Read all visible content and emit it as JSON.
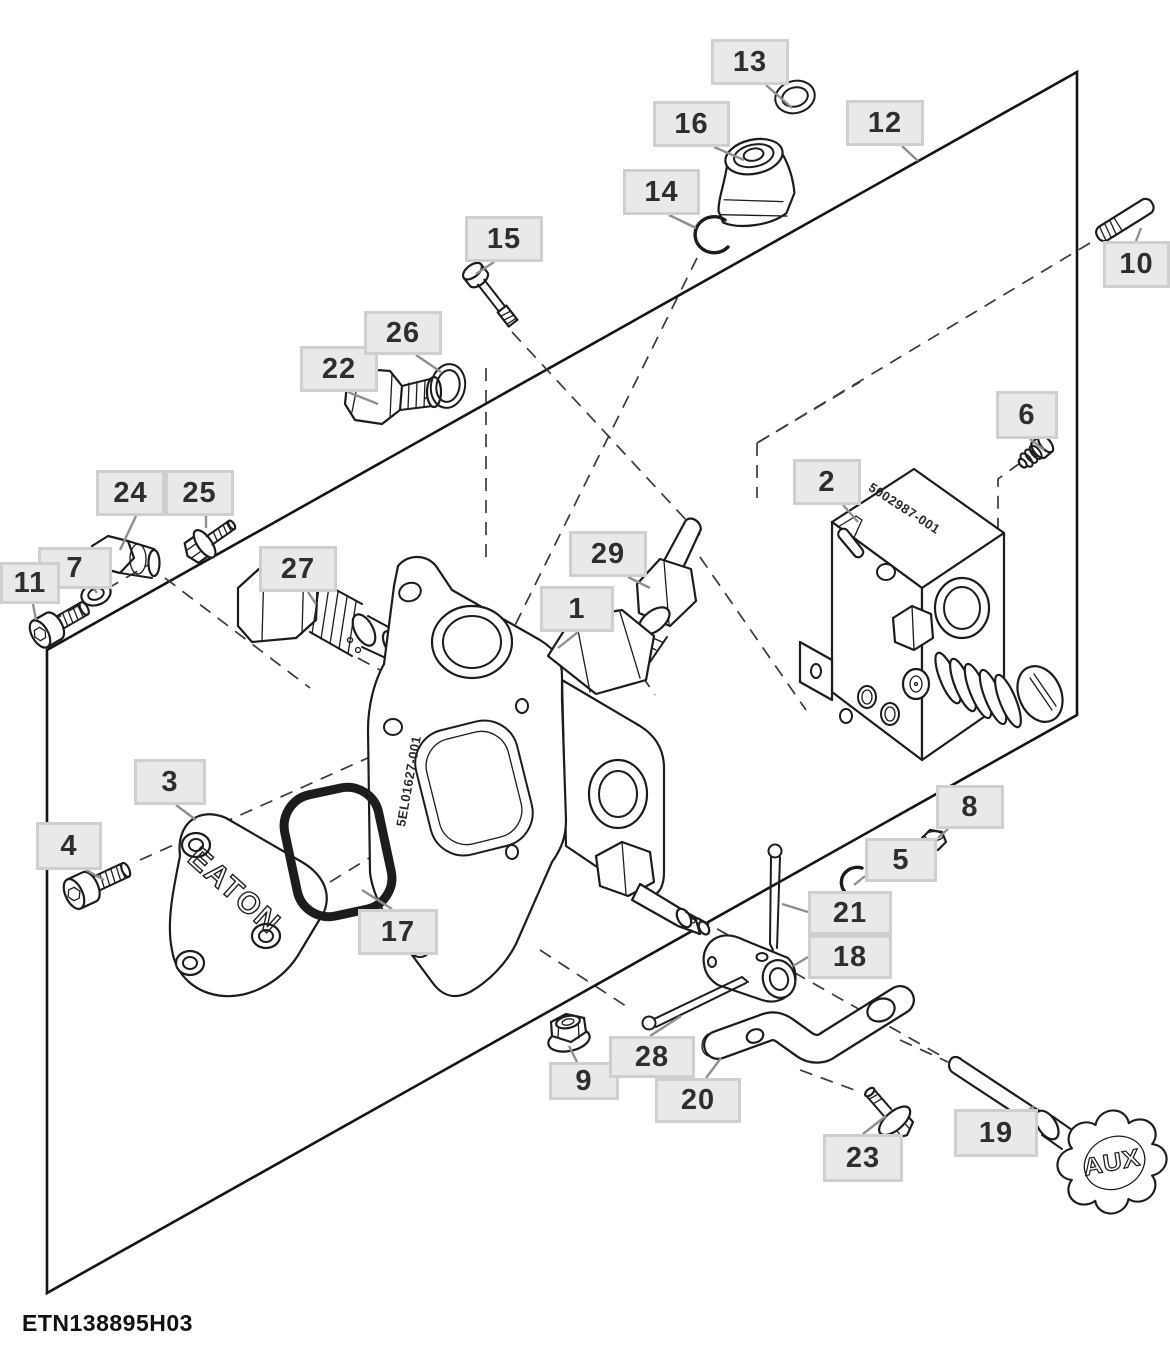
{
  "figure": {
    "code": "ETN138895H03",
    "type": "exploded-parts-diagram",
    "callouts": [
      "1",
      "2",
      "3",
      "4",
      "5",
      "6",
      "7",
      "8",
      "9",
      "10",
      "11",
      "12",
      "13",
      "14",
      "15",
      "16",
      "17",
      "18",
      "19",
      "20",
      "21",
      "22",
      "23",
      "24",
      "25",
      "26",
      "27",
      "28",
      "29"
    ]
  },
  "engravings": {
    "cover_brand": "EATON",
    "knob_label": "AUX",
    "main_valve_marking": "5EL01627-001",
    "aux_valve_marking": "5002987-001"
  },
  "colors": {
    "background": "#ffffff",
    "line": "#1c1c1c",
    "dash_line": "#3a3a3a",
    "leader_line": "#8f8f8f",
    "label_fill": "#e9e9e9",
    "label_border": "#cfcfcf",
    "label_text": "#2e2e2e"
  }
}
